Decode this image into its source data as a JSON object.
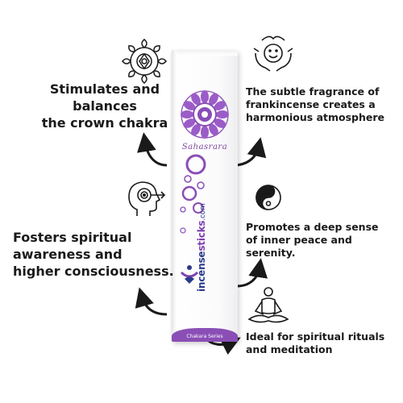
{
  "product": {
    "chakra_name": "Sahasrara",
    "brand_part1": "incense",
    "brand_part2": "sticks",
    "brand_part3": ".com",
    "series_label": "Chakara Series",
    "accent_color": "#8a4eb6"
  },
  "benefits": {
    "left_top": [
      "Stimulates and",
      "balances",
      "the crown chakra"
    ],
    "left_mid": [
      "Fosters spiritual",
      "awareness and",
      "higher consciousness."
    ],
    "right_top": [
      "The subtle fragrance of",
      "frankincense creates a",
      "harmonious atmosphere"
    ],
    "right_mid": [
      "Promotes a deep sense",
      "of inner peace and",
      "serenity."
    ],
    "right_bot": [
      "Ideal for spiritual rituals",
      "and meditation"
    ]
  },
  "icons": {
    "left_top": "lotus-mandala-icon",
    "left_mid": "head-target-icon",
    "right_top": "happy-face-hands-icon",
    "right_mid": "yin-yang-icon",
    "right_bot": "meditation-person-icon"
  }
}
